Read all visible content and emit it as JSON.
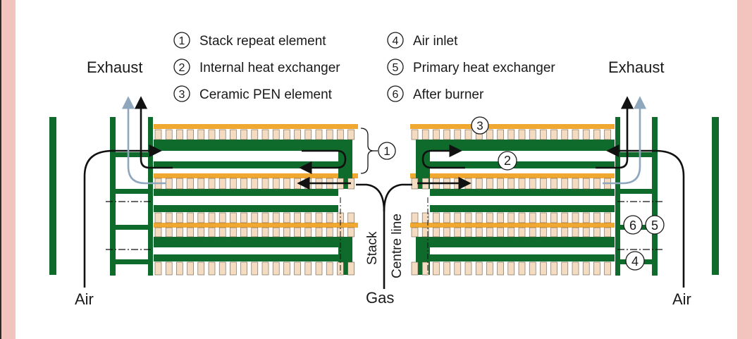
{
  "legend": {
    "items": [
      {
        "num": "1",
        "label": "Stack repeat element"
      },
      {
        "num": "2",
        "label": "Internal heat exchanger"
      },
      {
        "num": "3",
        "label": "Ceramic PEN element"
      },
      {
        "num": "4",
        "label": "Air inlet"
      },
      {
        "num": "5",
        "label": "Primary heat exchanger"
      },
      {
        "num": "6",
        "label": "After burner"
      }
    ]
  },
  "labels": {
    "exhaust_left": "Exhaust",
    "exhaust_right": "Exhaust",
    "air_left": "Air",
    "air_right": "Air",
    "gas": "Gas",
    "stack": "Stack",
    "centre_line": "Centre line"
  },
  "callouts": {
    "c1": "1",
    "c2": "2",
    "c3": "3",
    "c4": "4",
    "c5": "5",
    "c6": "6"
  },
  "colors": {
    "frame": "#f2c4bd",
    "green": "#0e6b2c",
    "orange": "#f0a830",
    "tan": "#f3dcc2",
    "arrow_black": "#111111",
    "arrow_blue": "#8fa7bd"
  }
}
